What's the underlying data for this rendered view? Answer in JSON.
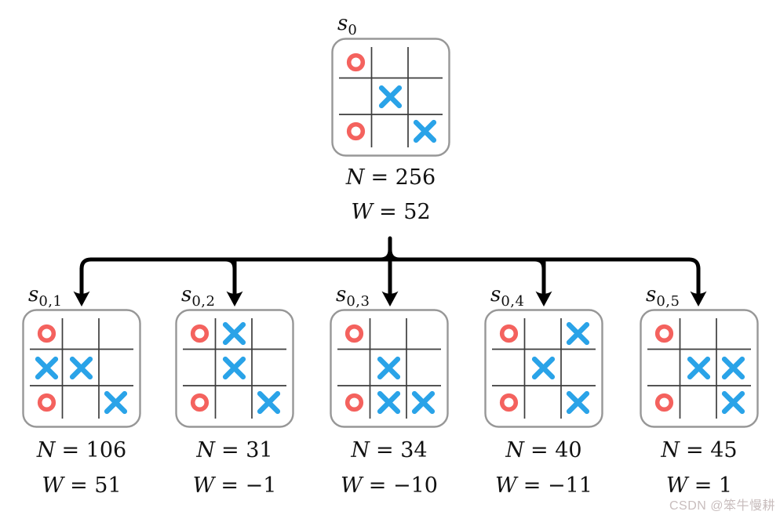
{
  "watermark": "CSDN @笨牛慢耕",
  "colors": {
    "o_mark": "#f4625e",
    "x_mark": "#2aa3e8",
    "grid_line": "#3d3d3d",
    "board_border": "#979797",
    "arrow": "#000000",
    "text": "#111111"
  },
  "tree": {
    "root": {
      "label_base": "s",
      "label_sub": "0",
      "n_label": "N",
      "n_rest": "= 256",
      "w_label": "W",
      "w_rest": "= 52",
      "board": [
        [
          "O",
          "",
          ""
        ],
        [
          "",
          "X",
          ""
        ],
        [
          "O",
          "",
          "X"
        ]
      ]
    },
    "children": [
      {
        "label_base": "s",
        "label_sub": "0,1",
        "n_label": "N",
        "n_rest": "= 106",
        "w_label": "W",
        "w_rest": "= 51",
        "board": [
          [
            "O",
            "",
            ""
          ],
          [
            "X",
            "X",
            ""
          ],
          [
            "O",
            "",
            "X"
          ]
        ]
      },
      {
        "label_base": "s",
        "label_sub": "0,2",
        "n_label": "N",
        "n_rest": "= 31",
        "w_label": "W",
        "w_rest": "= −1",
        "board": [
          [
            "O",
            "X",
            ""
          ],
          [
            "",
            "X",
            ""
          ],
          [
            "O",
            "",
            "X"
          ]
        ]
      },
      {
        "label_base": "s",
        "label_sub": "0,3",
        "n_label": "N",
        "n_rest": "= 34",
        "w_label": "W",
        "w_rest": "= −10",
        "board": [
          [
            "O",
            "",
            ""
          ],
          [
            "",
            "X",
            ""
          ],
          [
            "O",
            "X",
            "X"
          ]
        ]
      },
      {
        "label_base": "s",
        "label_sub": "0,4",
        "n_label": "N",
        "n_rest": "= 40",
        "w_label": "W",
        "w_rest": "= −11",
        "board": [
          [
            "O",
            "",
            "X"
          ],
          [
            "",
            "X",
            ""
          ],
          [
            "O",
            "",
            "X"
          ]
        ]
      },
      {
        "label_base": "s",
        "label_sub": "0,5",
        "n_label": "N",
        "n_rest": "= 45",
        "w_label": "W",
        "w_rest": "= 1",
        "board": [
          [
            "O",
            "",
            ""
          ],
          [
            "",
            "X",
            "X"
          ],
          [
            "O",
            "",
            "X"
          ]
        ]
      }
    ]
  }
}
